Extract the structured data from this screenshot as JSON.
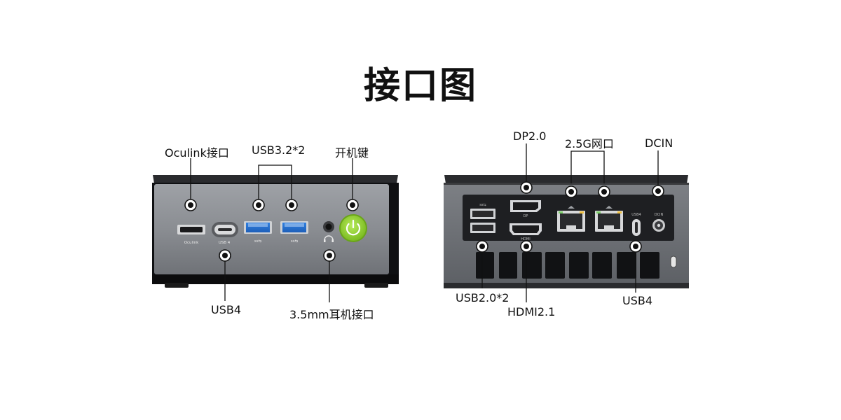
{
  "title": "接口图",
  "front": {
    "labels": {
      "oculink": "Oculink接口",
      "usb32": "USB3.2*2",
      "power": "开机键",
      "usb4": "USB4",
      "audio": "3.5mm耳机接口"
    },
    "port_marks": {
      "oculink": "Oculink",
      "usb4": "USB 4"
    }
  },
  "rear": {
    "labels": {
      "dp": "DP2.0",
      "lan": "2.5G网口",
      "dcin": "DCIN",
      "usb20": "USB2.0*2",
      "hdmi": "HDMI2.1",
      "usb4": "USB4"
    },
    "port_marks": {
      "usb4": "USB4",
      "dcin": "DCIN"
    }
  },
  "colors": {
    "power_button": "#9bd23c",
    "front_face": "#8a8d92",
    "rear_panel": "#1e1f22",
    "marker": "#111111"
  }
}
